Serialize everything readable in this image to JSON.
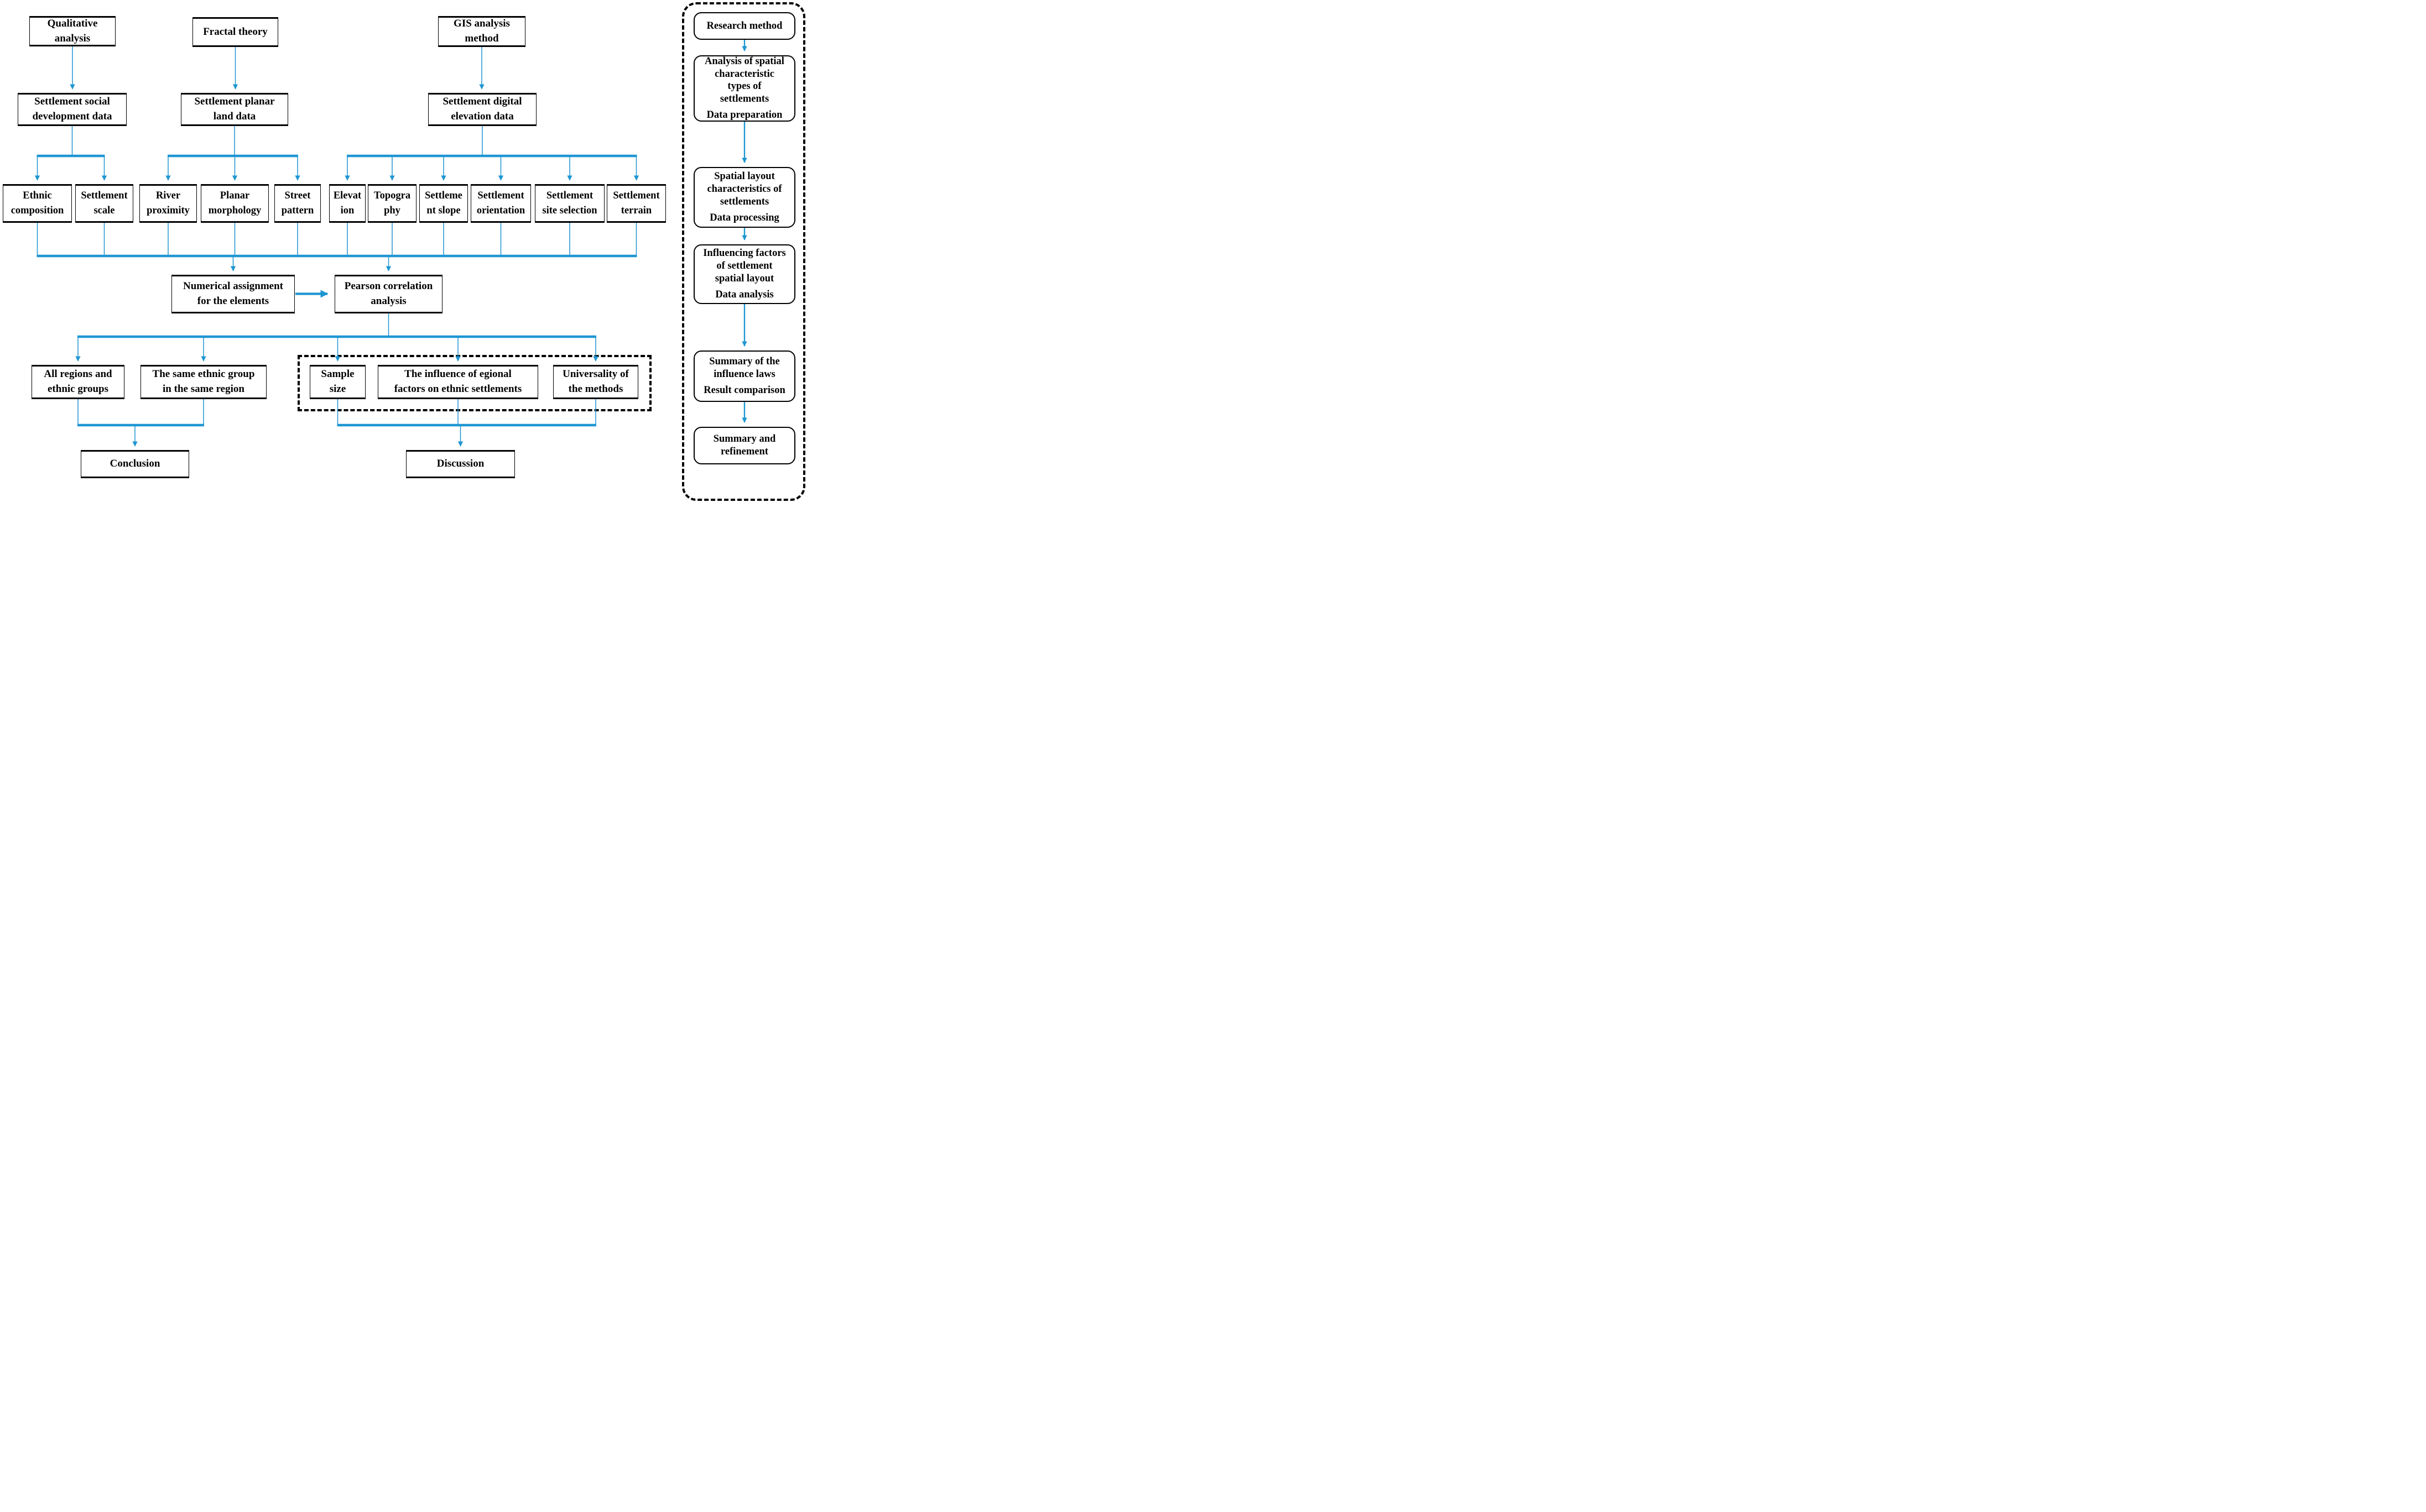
{
  "flow": {
    "sources": [
      {
        "label": "Qualitative\nanalysis"
      },
      {
        "label": "Fractal theory"
      },
      {
        "label": "GIS analysis\nmethod"
      }
    ],
    "datasets": [
      {
        "label": "Settlement social\ndevelopment data"
      },
      {
        "label": "Settlement planar\nland data"
      },
      {
        "label": "Settlement digital\nelevation data"
      }
    ],
    "factors": [
      {
        "label": "Ethnic\ncomposition"
      },
      {
        "label": "Settlement\nscale"
      },
      {
        "label": "River\nproximity"
      },
      {
        "label": "Planar\nmorphology"
      },
      {
        "label": "Street\npattern"
      },
      {
        "label": "Elevat\nion"
      },
      {
        "label": "Topogra\nphy"
      },
      {
        "label": "Settleme\nnt slope"
      },
      {
        "label": "Settlement\norientation"
      },
      {
        "label": "Settlement\nsite selection"
      },
      {
        "label": "Settlement\nterrain"
      }
    ],
    "analysis": [
      {
        "label": "Numerical assignment\nfor the elements"
      },
      {
        "label": "Pearson correlation\nanalysis"
      }
    ],
    "outcomes": [
      {
        "label": "All regions and\nethnic groups"
      },
      {
        "label": "The same ethnic group\nin the same region"
      },
      {
        "label": "Sample\nsize"
      },
      {
        "label": "The influence of egional\nfactors on ethnic settlements"
      },
      {
        "label": "Universality of\nthe methods"
      }
    ],
    "final": [
      {
        "label": "Conclusion"
      },
      {
        "label": "Discussion"
      }
    ]
  },
  "sidebar": {
    "steps": [
      {
        "title": "Research method",
        "subtitle": ""
      },
      {
        "title": "Analysis of spatial\ncharacteristic\ntypes of\nsettlements",
        "subtitle": "Data preparation"
      },
      {
        "title": "Spatial layout\ncharacteristics of\nsettlements",
        "subtitle": "Data processing"
      },
      {
        "title": "Influencing factors\nof settlement\nspatial layout",
        "subtitle": "Data analysis"
      },
      {
        "title": "Summary of the\ninfluence laws",
        "subtitle": "Result comparison"
      },
      {
        "title": "Summary and\nrefinement",
        "subtitle": ""
      }
    ]
  },
  "colors": {
    "arrow_blue": "#1e96d2",
    "line_black": "#000000"
  }
}
